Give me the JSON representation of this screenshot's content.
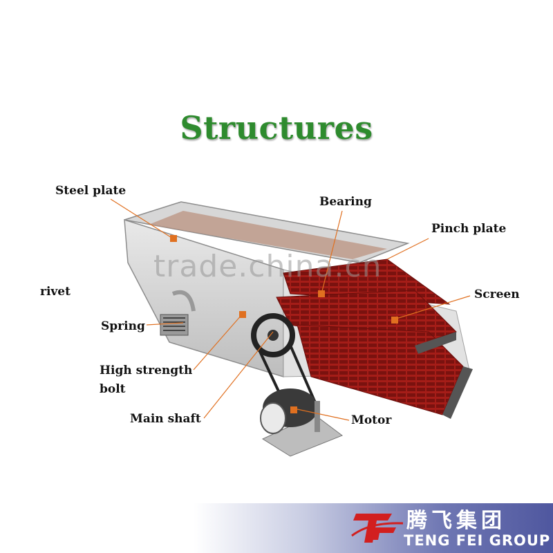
{
  "title": "Structures",
  "labels": {
    "steel_plate": "Steel plate",
    "bearing": "Bearing",
    "pinch_plate": "Pinch plate",
    "rivet": "rivet",
    "screen": "Screen",
    "spring": "Spring",
    "high_strength_bolt_1": "High strength",
    "high_strength_bolt_2": "bolt",
    "main_shaft": "Main shaft",
    "motor": "Motor"
  },
  "watermark": "trade.china.cn",
  "footer": {
    "company_cn": "腾飞集团",
    "company_en": "TENG FEI GROUP"
  },
  "colors": {
    "title": "#2e8b2e",
    "screen": "#b4211b",
    "frame": "#c9c9c9",
    "leader": "#e07020",
    "footer_blue": "#4f579f"
  }
}
